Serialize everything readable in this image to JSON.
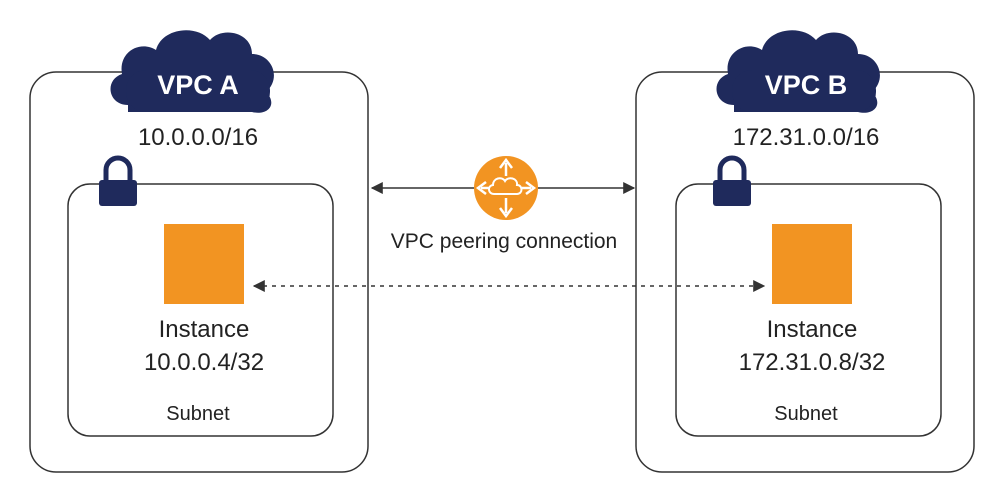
{
  "vpc_a": {
    "name": "VPC A",
    "cidr": "10.0.0.0/16",
    "instance_label": "Instance",
    "instance_ip": "10.0.0.4/32",
    "subnet_label": "Subnet"
  },
  "vpc_b": {
    "name": "VPC B",
    "cidr": "172.31.0.0/16",
    "instance_label": "Instance",
    "instance_ip": "172.31.0.8/32",
    "subnet_label": "Subnet"
  },
  "peering": {
    "label": "VPC peering connection",
    "icon": "router-icon"
  },
  "colors": {
    "cloud": "#1f2a5c",
    "lock": "#1f2a5c",
    "instance": "#f29422",
    "router": "#f29422",
    "border": "#333333"
  }
}
